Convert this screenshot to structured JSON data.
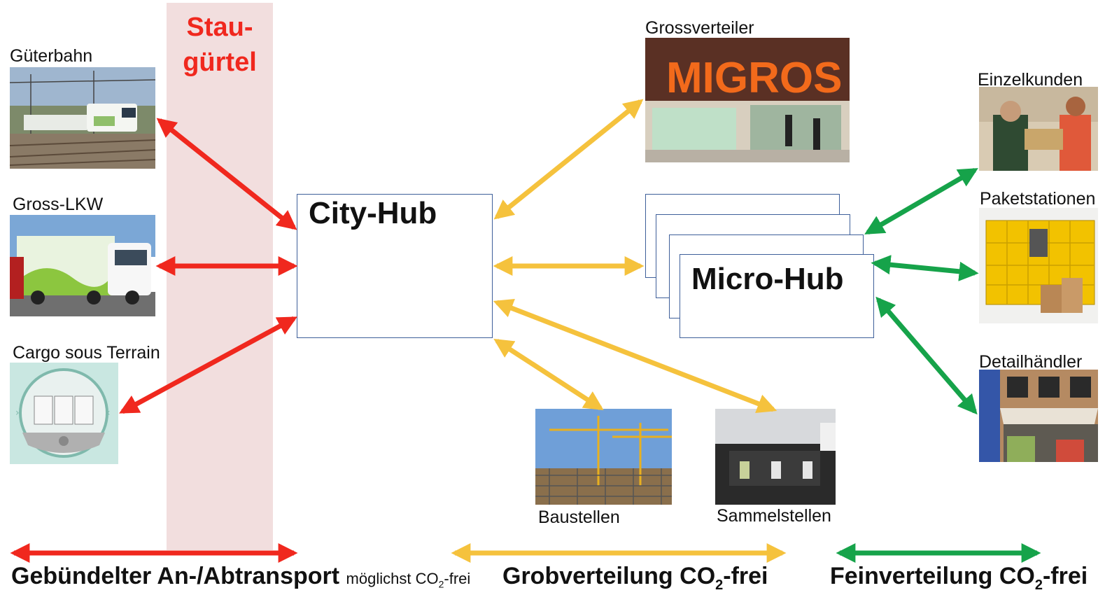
{
  "belt": {
    "line1": "Stau-",
    "line2": "gürtel"
  },
  "sources": {
    "rail": "Güterbahn",
    "truck": "Gross-LKW",
    "cargo": "Cargo sous Terrain"
  },
  "hubs": {
    "city": "City-Hub",
    "micro": "Micro-Hub"
  },
  "destinations": {
    "wholesale": "Grossverteiler",
    "wholesale_sign": "MIGROS",
    "construction": "Baustellen",
    "collection": "Sammelstellen",
    "individual": "Einzelkunden",
    "parcel": "Paketstationen",
    "retail": "Detailhändler"
  },
  "bottom": {
    "left_bold": "Gebündelter An-/Abtransport",
    "left_small_prefix": "möglichst CO",
    "left_small_sub": "2",
    "left_small_suffix": "-frei",
    "mid_prefix": "Grobverteilung CO",
    "mid_sub": "2",
    "mid_suffix": "-frei",
    "right_prefix": "Feinverteilung CO",
    "right_sub": "2",
    "right_suffix": "-frei"
  },
  "colors": {
    "red_arrow": "#f0281e",
    "yellow_arrow": "#f5c23d",
    "green_arrow": "#16a34a",
    "belt_fill": "#f2dede",
    "box_border": "#3e5f9a"
  }
}
